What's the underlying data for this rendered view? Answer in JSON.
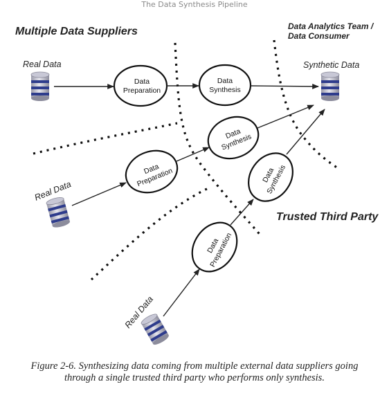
{
  "page": {
    "site_title": "The Data Synthesis Pipeline"
  },
  "regions": {
    "suppliers": "Multiple Data Suppliers",
    "consumer_line1": "Data Analytics Team /",
    "consumer_line2": "Data Consumer",
    "third_party": "Trusted Third Party"
  },
  "nodes": {
    "real_data_label": "Real Data",
    "synthetic_data_label": "Synthetic Data",
    "prep_line1": "Data",
    "prep_line2": "Preparation",
    "synth_line1": "Data",
    "synth_line2": "Synthesis"
  },
  "caption": {
    "line1": "Figure 2-6. Synthesizing data coming from multiple external data suppliers going",
    "line2": "through a single trusted third party who performs only synthesis."
  },
  "colors": {
    "db_top": "#b8b8c8",
    "db_band": "#2e3c8c",
    "db_body": "#c9cad4",
    "ink": "#222222"
  },
  "icons": {
    "database": "database-icon",
    "arrow": "arrow-icon"
  }
}
